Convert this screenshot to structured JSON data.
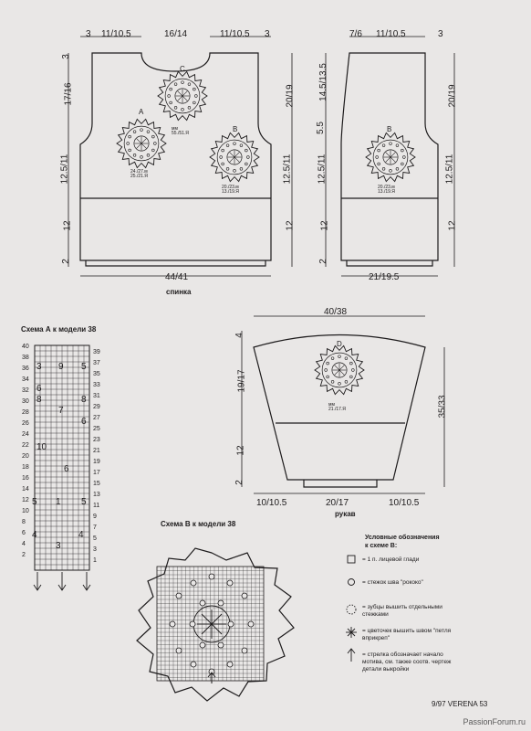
{
  "back": {
    "caption": "спинка",
    "top_dims": [
      "3",
      "11/10.5",
      "16/14",
      "11/10.5",
      "3"
    ],
    "side_dims": [
      "3",
      "17/16",
      "12.5/11",
      "12",
      "2"
    ],
    "right_dims": [
      "20/19",
      "12.5/11",
      "12"
    ],
    "bottom_dim": "44/41",
    "motifs": {
      "a": {
        "letter": "A",
        "count": "24./27.м\n25./21.Я"
      },
      "b": {
        "letter": "B",
        "count": "20./23.м\n13./19.Я"
      },
      "c": {
        "letter": "C",
        "count": "мм\n55./51.Я"
      }
    }
  },
  "front": {
    "top_dims": [
      "7/6",
      "11/10.5",
      "3"
    ],
    "left_dims": [
      "14.5/13.5",
      "5.5",
      "12.5/11",
      "12",
      "2"
    ],
    "right_dims": [
      "20/19",
      "12.5/11",
      "12"
    ],
    "bottom_dim": "21/19.5",
    "motif": {
      "letter": "B",
      "count": "20./23.м\n13./19.Я"
    }
  },
  "sleeve": {
    "caption": "рукав",
    "top_dim": "40/38",
    "left_dims": [
      "4",
      "19/17",
      "12",
      "2"
    ],
    "right_dim": "35/33",
    "bottom_dims": [
      "10/10.5",
      "20/17",
      "10/10.5"
    ],
    "motif": {
      "letter": "D",
      "count": "мм\n21./17.Я"
    }
  },
  "scheme_a": {
    "title": "Схема А к модели 38",
    "left_numbers": [
      "40",
      "38",
      "36",
      "34",
      "32",
      "30",
      "28",
      "26",
      "24",
      "22",
      "20",
      "18",
      "16",
      "14",
      "12",
      "10",
      "8",
      "6",
      "4",
      "2"
    ],
    "right_numbers": [
      "39",
      "37",
      "35",
      "33",
      "31",
      "29",
      "27",
      "25",
      "23",
      "21",
      "19",
      "17",
      "15",
      "13",
      "11",
      "9",
      "7",
      "5",
      "3",
      "1"
    ],
    "marks": [
      "9",
      "5",
      "3",
      "6",
      "8",
      "8",
      "7",
      "6",
      "10",
      "6",
      "5",
      "1",
      "5",
      "4",
      "3",
      "4"
    ]
  },
  "scheme_b": {
    "title": "Схема В к модели 38"
  },
  "legend": {
    "title": "Условные обозначения\nк схеме В:",
    "items": [
      "= 1 п. лицевой глади",
      "= стежок шва \"рококо\"",
      "= зубцы вышить отдельными\nстежками",
      "= цветочек вышить швом \"петля\nвприкреп\"",
      "= стрелка обозначает начало\nмотива, см. также соотв. чертеж\nдетали выкройки"
    ]
  },
  "footer": {
    "page": "9/97 VERENA 53",
    "watermark": "PassionForum.ru"
  }
}
